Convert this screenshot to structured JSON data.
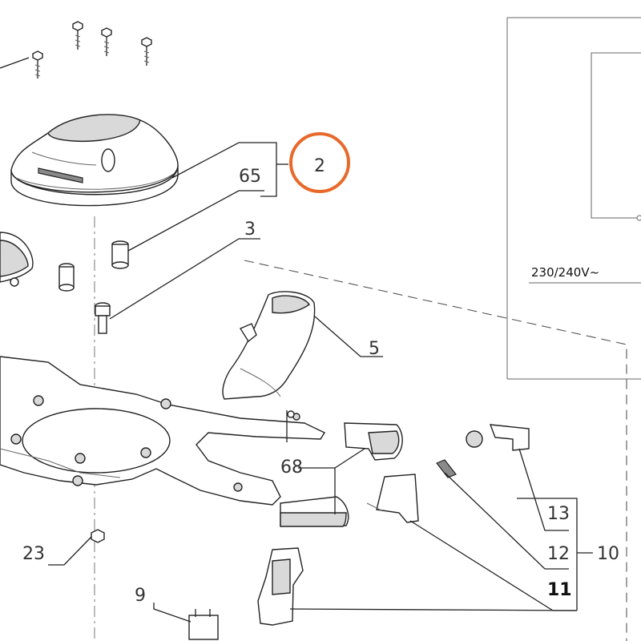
{
  "diagram": {
    "labels": {
      "part_2": "2",
      "part_65": "65",
      "part_3": "3",
      "part_5": "5",
      "part_68": "68",
      "part_13": "13",
      "part_12": "12",
      "part_10": "10",
      "part_11": "11",
      "part_23": "23",
      "part_9": "9"
    },
    "voltage_label": "230/240V~",
    "highlight_color": "#e8692a"
  }
}
